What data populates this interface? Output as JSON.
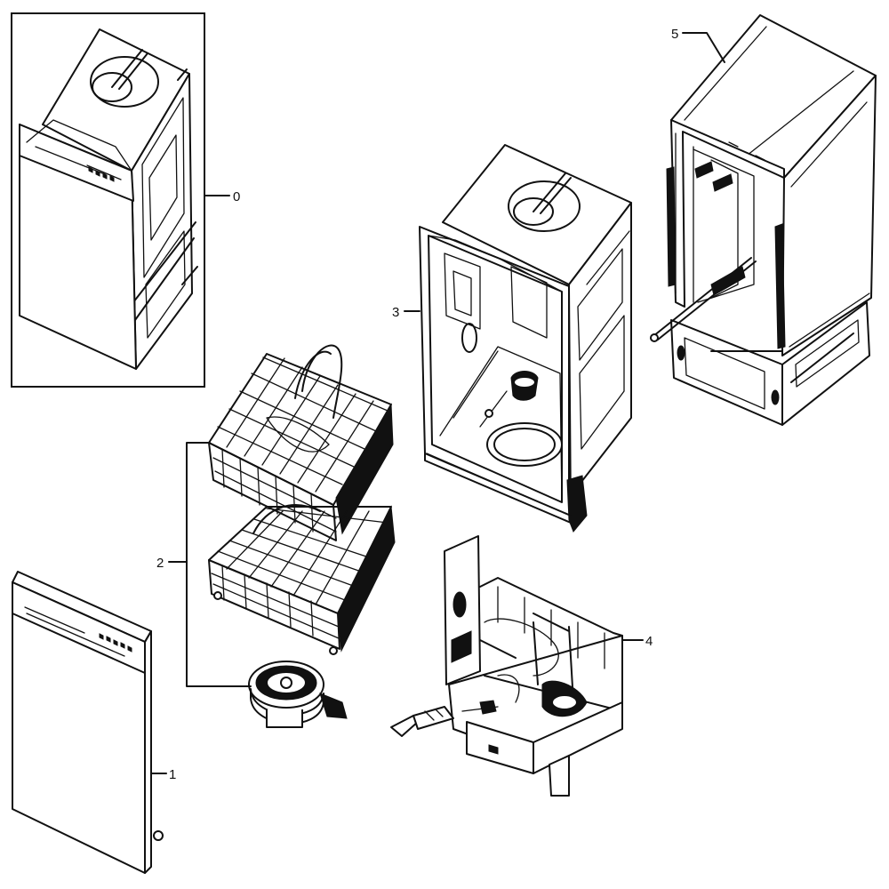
{
  "callouts": {
    "c0": "0",
    "c1": "1",
    "c2": "2",
    "c3": "3",
    "c4": "4",
    "c5": "5"
  }
}
